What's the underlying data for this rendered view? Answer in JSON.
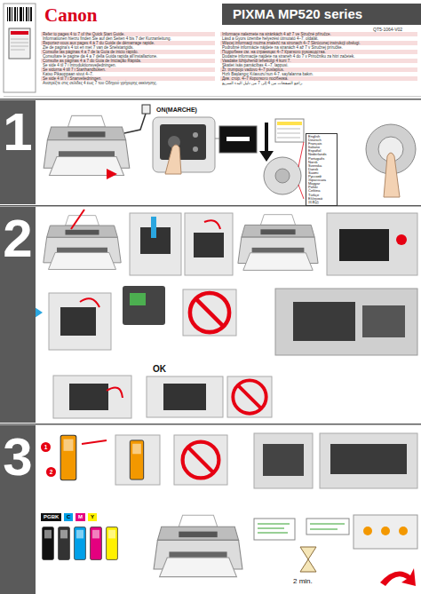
{
  "diagram": {
    "title": "PIXMA MP520 series",
    "nodes": [
      {
        "text": [
          "1"
        ]
      },
      {
        "text": [
          "English",
          "Deutsch",
          "Français",
          "Italiano",
          "Español",
          "Nederlands",
          "Português",
          "Norsk",
          "Svenska",
          "Dansk",
          "Suomi",
          "Русский",
          "Українська",
          "Magyar",
          "Polski",
          "Čeština",
          "Türkçe",
          "Ελληνικά",
          "日本語"
        ]
      },
      {
        "text": [
          "2"
        ]
      },
      {
        "text": [
          "3"
        ]
      },
      {
        "text": [
          "1"
        ]
      },
      {
        "text": [
          "2"
        ]
      },
      {
        "text": [
          "PGBK"
        ]
      },
      {
        "text": [
          "C"
        ]
      },
      {
        "text": [
          "M"
        ]
      },
      {
        "text": [
          "Y"
        ]
      }
    ],
    "labels": [
      "Canon",
      "QT5-1064-V02",
      "Refer to pages 4 to 7 of the Quick Start Guide.",
      "Informationen hierzu finden Sie auf den Seiten 4 bis 7 der Kurzanleitung.",
      "Reportez-vous aux pages 4 à 7 du Guide de démarrage rapide.",
      "Zie de pagina's 4 tot en met 7 van de Snelstartgids.",
      "Consulte las páginas 4 a 7 de la Guía de inicio rápido.",
      "Consultare le pagine da 4 a 7 della Guida rapida all'installazione.",
      "Consulte as páginas 4 a 7 do Guia de Iniciação Rápida.",
      "Se side 4 til 7 i Introduktionsvejledningen.",
      "Se sidorna 4 till 7 i Starthandboken.",
      "Katso Pikaoppaan sivut 4–7.",
      "Se side 4 til 7 i Snarveiledningen.",
      "Ανατρέξτε στις σελίδες 4 έως 7 του Οδηγού γρήγορης εκκίνησης.",
      "Informace naleznete na stránkách 4 až 7 ve Stručné příručce.",
      "Lásd a Gyors üzembe helyezési útmutató 4–7. oldalát.",
      "Więcej informacji można znaleźć na stronach 4–7 Skróconej instrukcji obsługi.",
      "Podrobné informácie nájdete na stranách 4 až 7 v Stručnej príručke.",
      "Подробнее см. на страницах 4–7 Краткого руководства.",
      "Dodatne informacije najdete na straneh 4 do 7 v Priročniku za hitri začetek.",
      "Vaadake lühijuhendi lehekülgi 4 kuni 7.",
      "Skatiet īsās pamācības 4.–7. lappusi.",
      "Žr. trumpojo vadovo 4–7 puslapius.",
      "Hızlı Başlangıç Kılavuzu'nun 4-7. sayfalarına bakın.",
      "Див. стор. 4–7 Короткого посібника.",
      "راجع الصفحات من 4 إلى 7 من دليل البدء السريع.",
      "ON(MARCHE)",
      "OK",
      "2 min."
    ]
  }
}
